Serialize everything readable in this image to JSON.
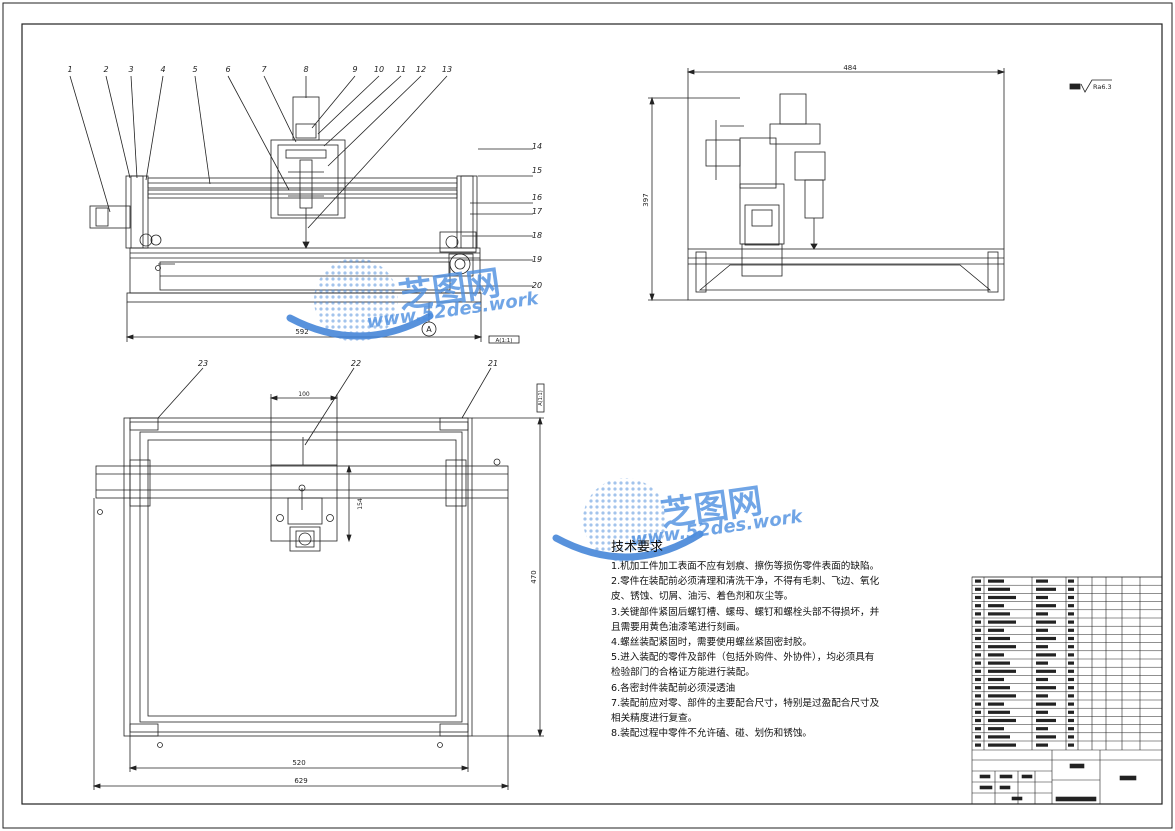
{
  "colors": {
    "line": "#222222",
    "watermark_blue": "#3b7fd6",
    "watermark_light": "#9cc3f0"
  },
  "front_view": {
    "balloons": [
      "1",
      "2",
      "3",
      "4",
      "5",
      "6",
      "7",
      "8",
      "9",
      "10",
      "11",
      "12",
      "13",
      "14",
      "15",
      "16",
      "17",
      "18",
      "19",
      "20"
    ],
    "dim_width": "592",
    "section_marker": "A",
    "section_label": "A(1:1)"
  },
  "side_view": {
    "dim_width": "484",
    "dim_height": "397"
  },
  "top_view": {
    "balloons": [
      "21",
      "22",
      "23"
    ],
    "dim_carriage": "100",
    "dim_carriage_h": "154",
    "dim_inner_width": "520",
    "dim_outer_width": "629",
    "dim_height": "470",
    "side_label": "A(1:1)"
  },
  "roughness": {
    "label": "Ra6.3"
  },
  "tech_requirements": {
    "title": "技术要求",
    "items": [
      "1.机加工件加工表面不应有划痕、擦伤等损伤零件表面的缺陷。",
      "2.零件在装配前必须清理和清洗干净，不得有毛刺、飞边、氧化皮、锈蚀、切屑、油污、着色剂和灰尘等。",
      "3.关键部件紧固后螺钉槽、螺母、螺钉和螺栓头部不得损坏，并且需要用黄色油漆笔进行刻画。",
      "4.螺丝装配紧固时，需要使用螺丝紧固密封胶。",
      "5.进入装配的零件及部件（包括外购件、外协件），均必须具有检验部门的合格证方能进行装配。",
      "6.各密封件装配前必须浸透油",
      "7.装配前应对零、部件的主要配合尺寸，特别是过盈配合尺寸及相关精度进行复查。",
      "8.装配过程中零件不允许磕、碰、划伤和锈蚀。"
    ]
  },
  "watermark": {
    "brand": "芝图网",
    "url": "www.52des.work"
  }
}
